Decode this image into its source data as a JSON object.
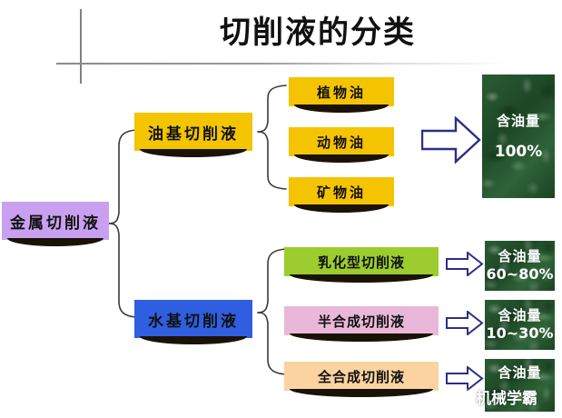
{
  "slide": {
    "title": "切削液的分类"
  },
  "diagram": {
    "root": {
      "label": "金属切削液",
      "color": "#c9a0f0"
    },
    "branches": [
      {
        "label": "油基切削液",
        "color": "#f2c500",
        "children": [
          {
            "label": "植物油",
            "color": "#f5c400"
          },
          {
            "label": "动物油",
            "color": "#f5c400"
          },
          {
            "label": "矿物油",
            "color": "#f5c400"
          }
        ],
        "result": {
          "label": "含油量",
          "value": "100%",
          "color": "#24512c"
        }
      },
      {
        "label": "水基切削液",
        "color": "#2f5fe0",
        "children": [
          {
            "label": "乳化型切削液",
            "color": "#9ccc2e"
          },
          {
            "label": "半合成切削液",
            "color": "#e9b8d8"
          },
          {
            "label": "全合成切削液",
            "color": "#fbd3a0"
          }
        ],
        "results": [
          {
            "label": "含油量",
            "value": "60~80%",
            "color": "#24512c"
          },
          {
            "label": "含油量",
            "value": "10~30%",
            "color": "#24512c"
          },
          {
            "label": "含油量",
            "value": "",
            "color": "#24512c"
          }
        ]
      }
    ],
    "arrow_color": "#2b2f86"
  },
  "watermark": {
    "text": "机械学霸",
    "logo": "wechat-account-logo"
  }
}
